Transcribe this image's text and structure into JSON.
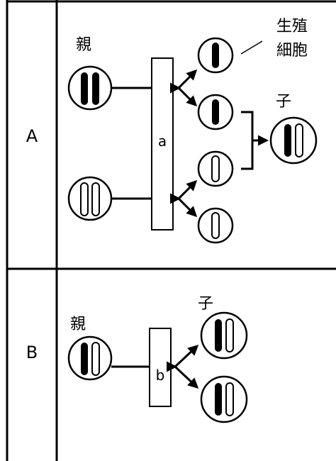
{
  "panels": {
    "a": {
      "row_label": "A",
      "process_label": "a"
    },
    "b": {
      "row_label": "B",
      "process_label": "b"
    }
  },
  "labels": {
    "parent": "親",
    "child": "子",
    "gamete_line1": "生殖",
    "gamete_line2": "細胞"
  },
  "colors": {
    "line": "#000000",
    "background": "#ffffff",
    "dark_chromosome": "#000000",
    "light_chromosome": "#ffffff"
  }
}
